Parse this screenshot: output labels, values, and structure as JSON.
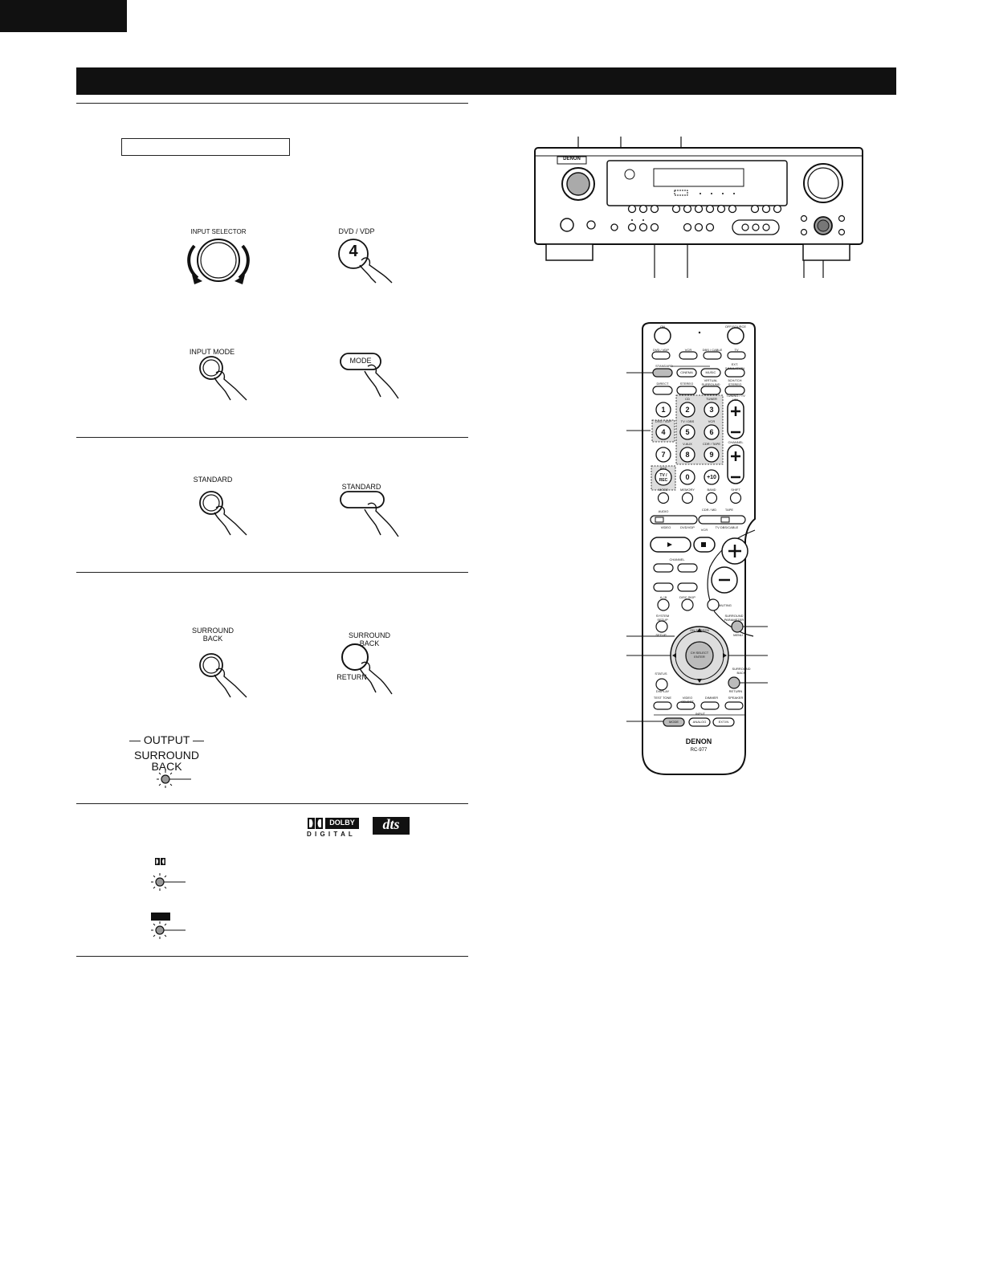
{
  "main_panel": {
    "input_selector_label": "INPUT SELECTOR",
    "dvd_vdp_label": "DVD / VDP",
    "dvd_vdp_number": "4",
    "input_mode_label": "INPUT MODE",
    "mode_label": "MODE",
    "standard_label_main": "STANDARD",
    "standard_label_remote": "STANDARD",
    "surround_back_label_main": "SURROUND\nBACK",
    "surround_back_label_remote": "SURROUND\nBACK",
    "return_label": "RETURN"
  },
  "output_indicator": {
    "header": "OUTPUT",
    "line1": "SURROUND",
    "line2": "BACK"
  },
  "logos": {
    "dolby_word": "DOLBY",
    "dolby_digital": "D I G I T A L",
    "dts_word": "dts"
  },
  "receiver": {
    "brand": "DENON"
  },
  "remote": {
    "brand": "DENON",
    "model": "RC-977",
    "buttons": {
      "on": "ON",
      "off_source": "OFF/SOURCE",
      "dvd_vdp": "DVD / VDP",
      "vcr": "VCR",
      "dbs_cable": "DBS / CABLE",
      "tv": "TV",
      "standard": "STANDARD",
      "cinema": "CINEMA",
      "music": "MUSIC",
      "ext_simulation": "EXT. SIMULATION",
      "direct": "DIRECT",
      "stereo": "STEREO",
      "virtual_surround": "VIRTUAL SURROUND",
      "5ch_7ch_stereo": "5CH/7CH STEREO",
      "tuning": "TUNING / TV VOL",
      "channel": "CHANNEL",
      "mode": "MODE",
      "memory": "MEMORY",
      "band": "BAND",
      "shift": "SHIFT",
      "audio": "AUDIO",
      "cdr_md": "CDR / MD",
      "tape": "TAPE",
      "video": "VIDEO",
      "dvd_vdp2": "DVD/VDP",
      "vcr2": "VCR",
      "tv_dbs_cable": "TV DBS/CABLE",
      "channel_label": "CHANNEL",
      "ab": "A / B",
      "disc_skip": "DISC SKIP",
      "muting": "MUTING",
      "system_setup": "SYSTEM SETUP",
      "surround_parameter": "SURROUND PARAMETER",
      "on_screen": "ON SCREEN",
      "menu": "MENU",
      "select_enter": "CH SELECT ENTER",
      "setup": "SETUP",
      "status": "STATUS",
      "display": "DISPLAY",
      "surround_back": "SURROUND BACK",
      "return": "RETURN",
      "test_tone": "TEST TONE",
      "video_select": "VIDEO SELECT",
      "dimmer": "DIMMER",
      "speaker": "SPEAKER",
      "input": "INPUT",
      "input_mode": "MODE",
      "analog": "ANALOG",
      "ext_in": "EXT.IN"
    },
    "numpad": [
      {
        "num": "1",
        "tag": ""
      },
      {
        "num": "2",
        "tag": "CD"
      },
      {
        "num": "3",
        "tag": "TUNER"
      },
      {
        "num": "4",
        "tag": "DVD / VDP"
      },
      {
        "num": "5",
        "tag": "TV / DBS"
      },
      {
        "num": "6",
        "tag": "VCR"
      },
      {
        "num": "7",
        "tag": ""
      },
      {
        "num": "8",
        "tag": "V.AUX"
      },
      {
        "num": "9",
        "tag": "CDR / TAPE"
      },
      {
        "num": "TV / REC",
        "tag": "AUX"
      },
      {
        "num": "0",
        "tag": ""
      },
      {
        "num": "+10",
        "tag": ""
      }
    ]
  }
}
